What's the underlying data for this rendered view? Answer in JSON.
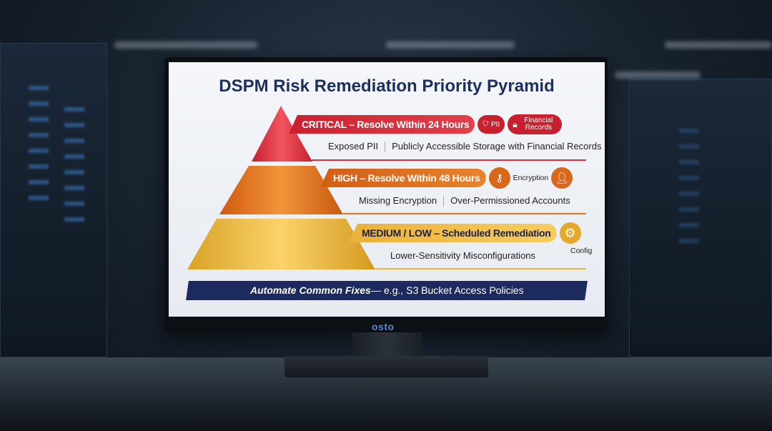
{
  "title": "DSPM Risk Remediation Priority Pyramid",
  "tiers": [
    {
      "label": "CRITICAL – Resolve Within 24 Hours",
      "color": "#d8333f",
      "items": [
        "Exposed PII",
        "Publicly Accessible Storage with Financial Records"
      ],
      "badges": [
        {
          "icon": "shield-icon",
          "label": "PII"
        },
        {
          "icon": "lock-icon",
          "label": "Financial Records"
        }
      ]
    },
    {
      "label": "HIGH – Resolve Within 48 Hours",
      "color": "#e0711f",
      "items": [
        "Missing Encryption",
        "Over-Permissioned Accounts"
      ],
      "badges": [
        {
          "icon": "key-icon",
          "label": "Encryption"
        },
        {
          "icon": "user-shield-icon",
          "label": ""
        }
      ]
    },
    {
      "label": "MEDIUM / LOW – Scheduled Remediation",
      "color": "#f0b83a",
      "items": [
        "Lower-Sensitivity Misconfigurations"
      ],
      "badges": [
        {
          "icon": "gear-icon",
          "label": "Config"
        }
      ]
    }
  ],
  "banner": {
    "bold": "Automate Common Fixes",
    "rest": " — e.g., S3 Bucket Access Policies",
    "color": "#1d2a5e"
  },
  "monitor_logo": "osto"
}
